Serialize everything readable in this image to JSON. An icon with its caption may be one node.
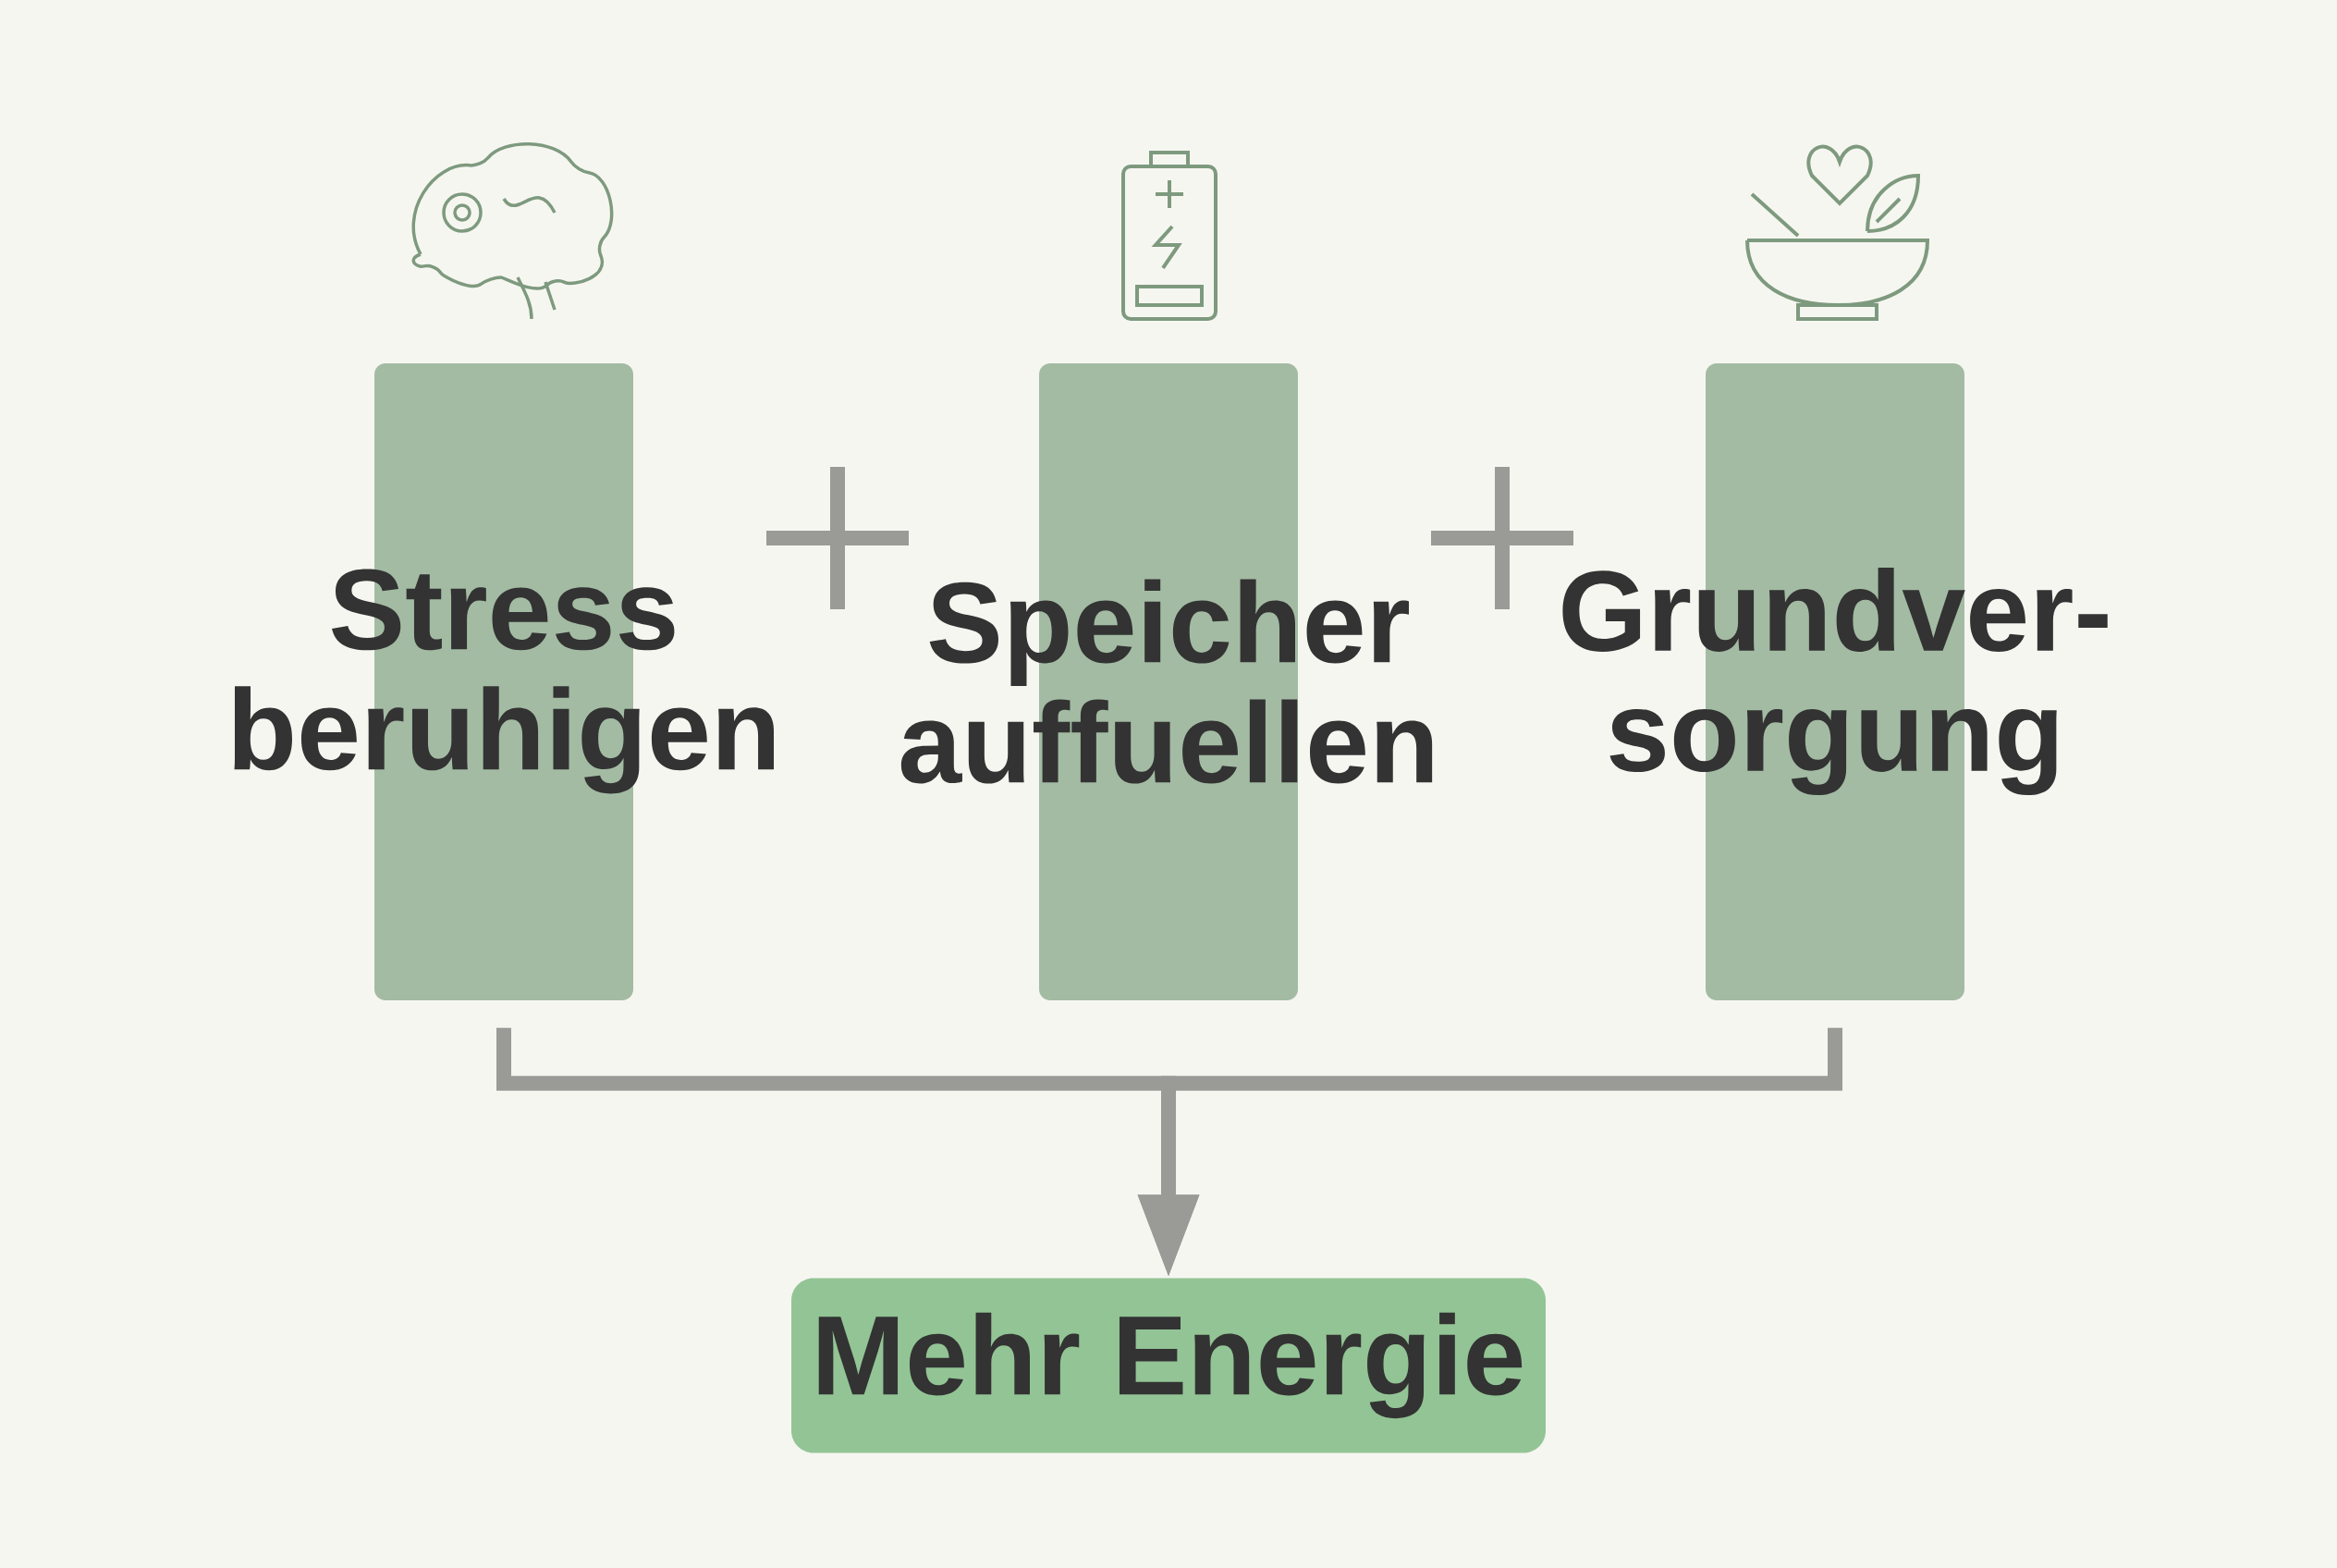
{
  "diagram": {
    "nodes": [
      {
        "text": [
          "Stress beruhigen"
        ]
      },
      {
        "text": [
          "Speicher auffuellen"
        ]
      },
      {
        "text": [
          "Grundver- sorgung"
        ]
      },
      {
        "text": [
          "Mehr Energie"
        ]
      }
    ],
    "edges": [
      {
        "from": 0,
        "to": 3,
        "arrow": "to"
      },
      {
        "from": 2,
        "to": 3,
        "arrow": "to"
      }
    ]
  }
}
